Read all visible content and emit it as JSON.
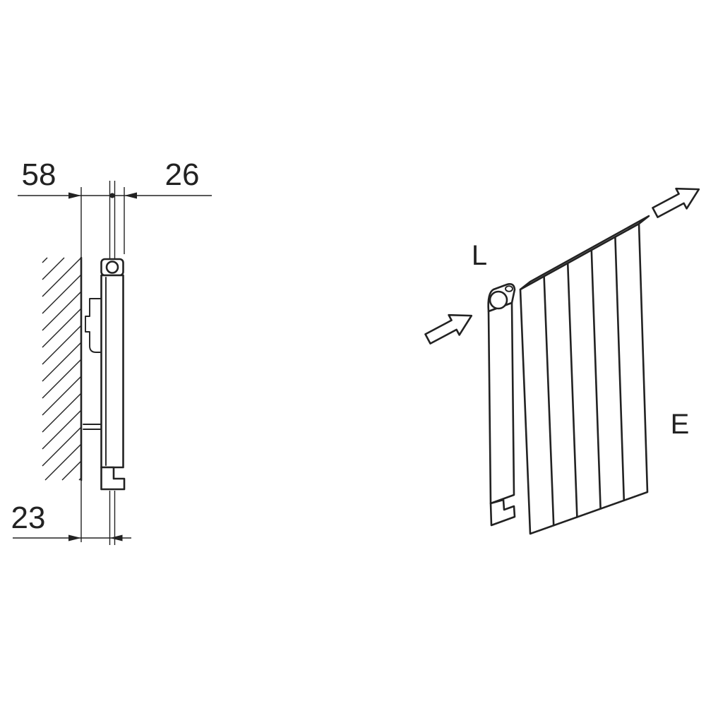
{
  "diagram": {
    "type": "radiator-installation-technical-drawing",
    "colors": {
      "background": "#ffffff",
      "line": "#222222"
    },
    "side_view": {
      "dim_wall_to_center": "58",
      "dim_center_to_front": "26",
      "dim_bottom": "23"
    },
    "perspective_view": {
      "label_l": "L",
      "label_e": "E"
    }
  }
}
